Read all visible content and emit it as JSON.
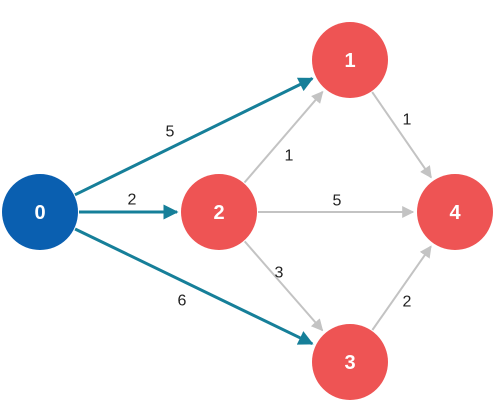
{
  "colors": {
    "source_node": "#0a5fb0",
    "node": "#ee5454",
    "highlight_edge": "#167f99",
    "edge": "#c3c3c3",
    "label": "#222222",
    "node_text": "#ffffff"
  },
  "nodes": [
    {
      "id": "0",
      "label": "0",
      "type": "source"
    },
    {
      "id": "1",
      "label": "1",
      "type": "normal"
    },
    {
      "id": "2",
      "label": "2",
      "type": "normal"
    },
    {
      "id": "3",
      "label": "3",
      "type": "normal"
    },
    {
      "id": "4",
      "label": "4",
      "type": "normal"
    }
  ],
  "edges": [
    {
      "from": "0",
      "to": "1",
      "weight": "5",
      "highlighted": true
    },
    {
      "from": "0",
      "to": "2",
      "weight": "2",
      "highlighted": true
    },
    {
      "from": "0",
      "to": "3",
      "weight": "6",
      "highlighted": true
    },
    {
      "from": "2",
      "to": "1",
      "weight": "1",
      "highlighted": false
    },
    {
      "from": "2",
      "to": "4",
      "weight": "5",
      "highlighted": false
    },
    {
      "from": "2",
      "to": "3",
      "weight": "3",
      "highlighted": false
    },
    {
      "from": "1",
      "to": "4",
      "weight": "1",
      "highlighted": false
    },
    {
      "from": "3",
      "to": "4",
      "weight": "2",
      "highlighted": false
    }
  ]
}
